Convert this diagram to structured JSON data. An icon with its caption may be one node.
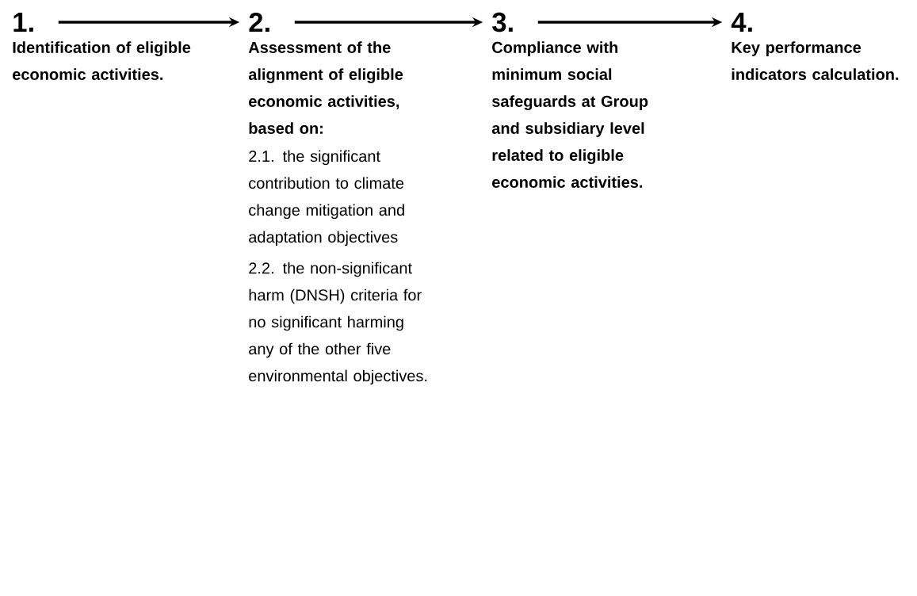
{
  "diagram": {
    "nodes": [
      {
        "text": [
          "1."
        ],
        "beside": [
          "Identification of eligible economic activities."
        ]
      },
      {
        "text": [
          "2."
        ],
        "beside": [
          "Assessment of the alignment of eligible economic activities, based on:",
          "2.1. the significant contribution to climate change mitigation and adaptation objectives",
          "2.2. the non-significant harm (DNSH) criteria for no significant harming any of the other five environmental objectives."
        ]
      },
      {
        "text": [
          "3."
        ],
        "beside": [
          "Compliance with minimum social safeguards at Group and subsidiary level related to eligible economic activities."
        ]
      },
      {
        "text": [
          "4."
        ],
        "beside": [
          "Key performance indicators calculation."
        ]
      }
    ],
    "edges": [
      {
        "from": 0,
        "to": 1,
        "arrow": "to"
      },
      {
        "from": 1,
        "to": 2,
        "arrow": "to"
      },
      {
        "from": 2,
        "to": 3,
        "arrow": "to"
      }
    ]
  }
}
